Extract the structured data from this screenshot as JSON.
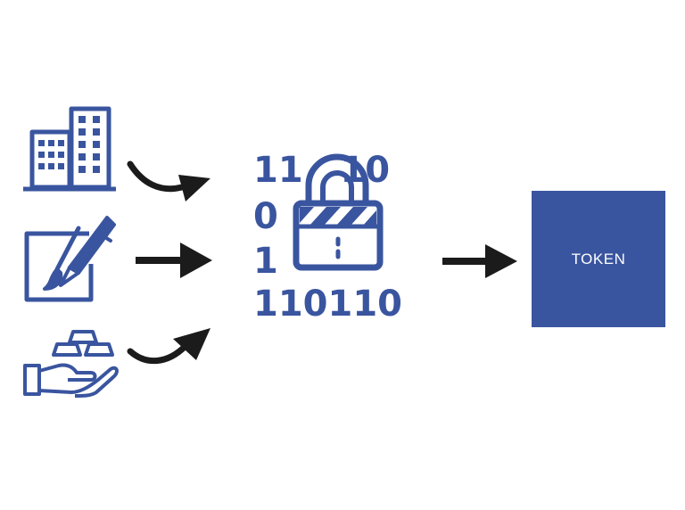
{
  "colors": {
    "brand": "#3a559f",
    "arrow": "#1b1b1b",
    "background": "#ffffff"
  },
  "assets": [
    {
      "icon": "buildings-icon"
    },
    {
      "icon": "artwork-icon"
    },
    {
      "icon": "gold-bars-hand-icon"
    }
  ],
  "process": {
    "icon": "encrypted-lock-icon",
    "binary_rows": [
      "11   10",
      "0     1",
      "1     0",
      "110110"
    ]
  },
  "token": {
    "label": "TOKEN"
  }
}
